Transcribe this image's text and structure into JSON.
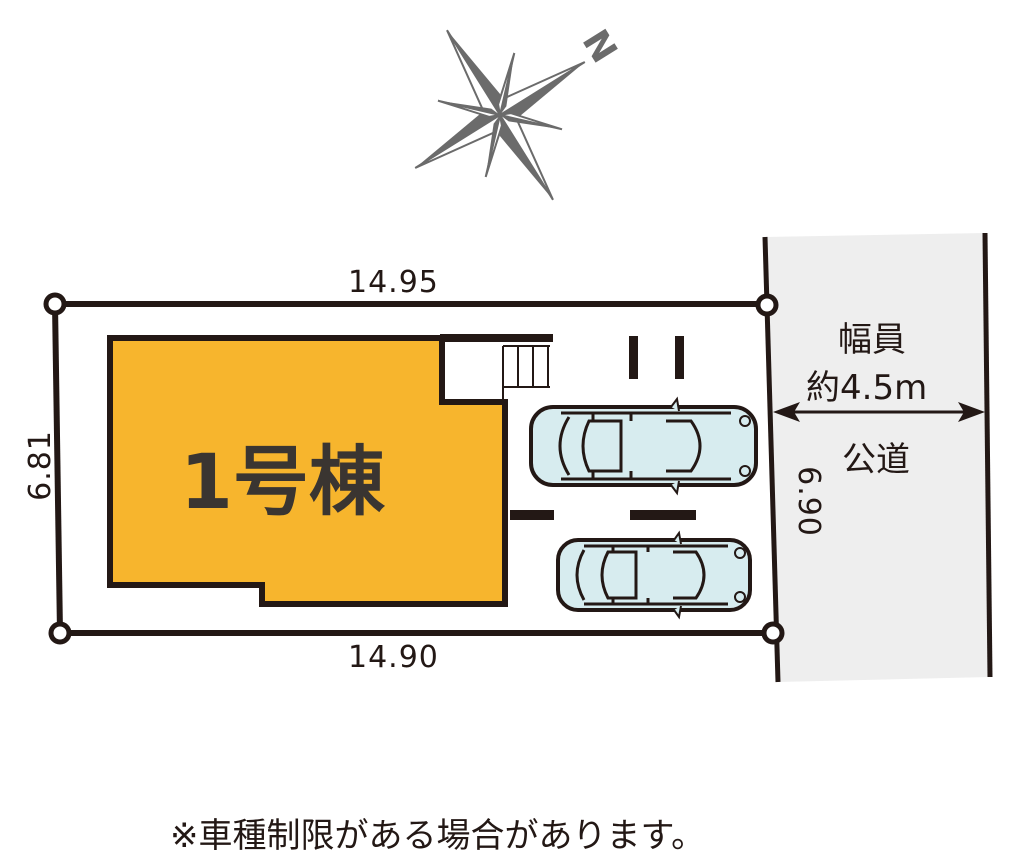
{
  "compass": {
    "icon": "compass-rose-icon",
    "north_label": "N",
    "color": "#6b6b6b"
  },
  "lot": {
    "top_width": "14.95",
    "bottom_width": "14.90",
    "left_depth": "6.81",
    "right_depth": "6.90",
    "outline_color": "#231815"
  },
  "building": {
    "label": "1号棟",
    "fill_color": "#f7b52d"
  },
  "parking": {
    "cars": 2,
    "car_fill_color": "#d7ecef"
  },
  "road": {
    "width_label": "幅員",
    "width_value": "約4.5m",
    "type_label": "公道",
    "fill_color": "#eeeeee"
  },
  "footnote": "※車種制限がある場合があります。"
}
